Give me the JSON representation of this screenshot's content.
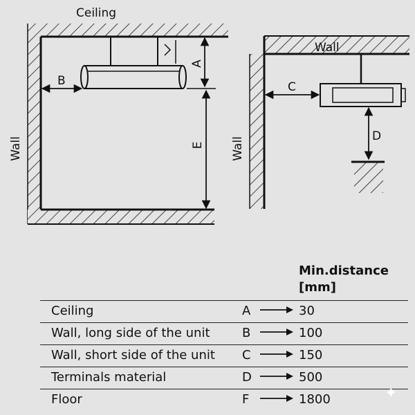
{
  "diagram": {
    "left": {
      "ceiling": "Ceiling",
      "wall": "Wall",
      "label_a": "A",
      "label_b": "B",
      "label_e": "E"
    },
    "right": {
      "wall_top": "Wall",
      "wall_side": "Wall",
      "label_c": "C",
      "label_d": "D"
    }
  },
  "table": {
    "header_line1": "Min.distance",
    "header_line2": "[mm]",
    "rows": [
      {
        "desc": "Ceiling",
        "code": "A",
        "value": "30"
      },
      {
        "desc": "Wall, long side of the unit",
        "code": "B",
        "value": "100"
      },
      {
        "desc": "Wall, short side of the unit",
        "code": "C",
        "value": "150"
      },
      {
        "desc": "Terminals material",
        "code": "D",
        "value": "500"
      },
      {
        "desc": "Floor",
        "code": "F",
        "value": "1800"
      }
    ]
  },
  "colors": {
    "background": "#e4e4e4",
    "line": "#111111"
  }
}
